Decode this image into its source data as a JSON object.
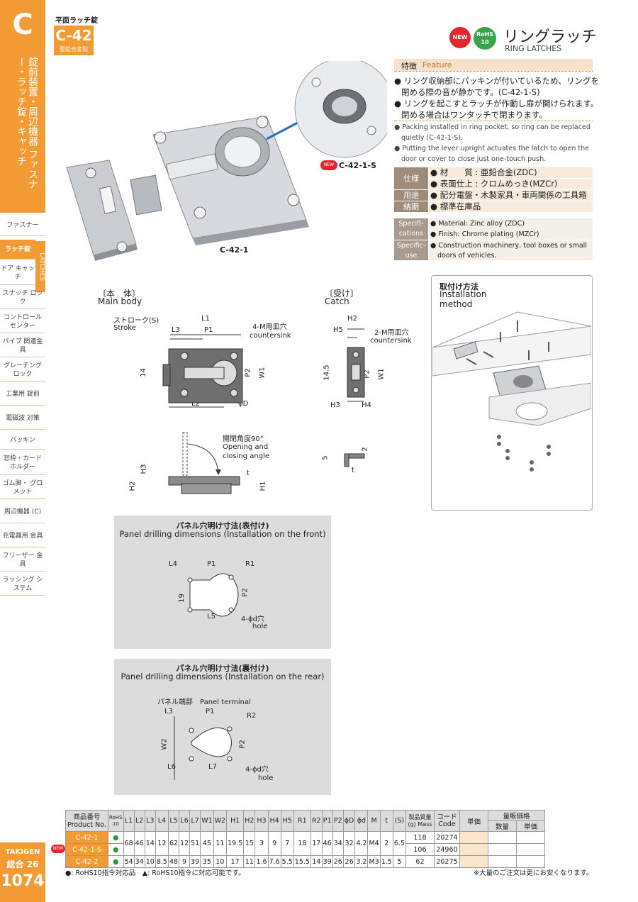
{
  "sidebar": {
    "letter": "C",
    "title": "錠前装置・周辺機器 ファスナー・ラッチ錠・キャッチ",
    "items": [
      {
        "label": "ファスナー"
      },
      {
        "label": "ラッチ錠"
      },
      {
        "label": "ドア キャッチ"
      },
      {
        "label": "スナッチ ロック"
      },
      {
        "label": "コントロール センター"
      },
      {
        "label": "パイプ 関連金具"
      },
      {
        "label": "グレーチング ロック"
      },
      {
        "label": "工業用 錠前"
      },
      {
        "label": "電磁波 対策"
      },
      {
        "label": "パッキン"
      },
      {
        "label": "窓枠・カード ホルダー"
      },
      {
        "label": "ゴム脚・ グロメット"
      },
      {
        "label": "周辺機器 (C)"
      },
      {
        "label": "充電器用 金具"
      },
      {
        "label": "フリーザー 金具"
      },
      {
        "label": "ラッシング システム"
      }
    ],
    "latches_label": "LATCHES",
    "brand": "TAKIGEN",
    "volume": "総合 26",
    "page": "1074"
  },
  "header": {
    "breadcrumb": "平面ラッチ錠",
    "model": "C-42",
    "material": "亜鉛合金製",
    "new_badge": "NEW",
    "rohs_badge_1": "RoHS",
    "rohs_badge_2": "10",
    "title_jp": "リングラッチ",
    "title_en": "RING LATCHES"
  },
  "photo": {
    "label_main": "C-42-1",
    "label_sub": "C-42-1-S",
    "sub_new": "NEW"
  },
  "feature": {
    "head_jp": "特徴",
    "head_en": "Feature",
    "jp": [
      "リング収納部にパッキンが付いているため、リングを",
      "閉める際の音が静かです。(C-42-1-S)",
      "リングを起こすとラッチが作動し扉が開けられます。",
      "閉める場合はワンタッチで閉まります。"
    ],
    "en": [
      "Packing installed in ring pocket, so ring can be replaced",
      "quietly (C-42-1-S).",
      "Putting the lever upright actuates the latch to open the",
      "door or cover to close just one-touch push."
    ]
  },
  "spec": {
    "spec_label": "仕様",
    "material": "材　　質 : 亜鉛合金(ZDC)",
    "finish": "表面仕上 : クロムめっき(MZCr)",
    "use_label": "用途",
    "use": "配分電盤・木製家具・車両関係の工具箱",
    "delivery_label": "納期",
    "delivery": "標準在庫品",
    "spec_en_label": "Specifi- cations",
    "material_en": "Material: Zinc alloy (ZDC)",
    "finish_en": "Finish: Chrome plating (MZCr)",
    "use_en_label": "Specific- use",
    "use_en_1": "Construction machinery, tool boxes or small",
    "use_en_2": "doors of vehicles."
  },
  "install": {
    "title_jp": "取付け方法",
    "title_en_1": "Installation",
    "title_en_2": "method"
  },
  "drawings": {
    "main_jp": "〔本　体〕",
    "main_en": "Main body",
    "catch_jp": "〔受け〕",
    "catch_en": "Catch",
    "stroke_jp": "ストローク(S)",
    "stroke_en": "Stroke",
    "L1": "L1",
    "L2": "L2",
    "L3": "L3",
    "P1": "P1",
    "P2": "P2",
    "W1": "W1",
    "H1": "H1",
    "H2": "H2",
    "H3": "H3",
    "H4": "H4",
    "H5": "H5",
    "dim14": "14",
    "dim145": "14.5",
    "dim5": "5",
    "dim2": "2",
    "t": "t",
    "phiD": "ϕD",
    "m4_jp": "4-M用皿穴",
    "m4_en": "countersink",
    "m2_jp": "2-M用皿穴",
    "m2_en": "countersink",
    "angle_jp": "開閉角度90°",
    "angle_en_1": "Opening and",
    "angle_en_2": "closing angle"
  },
  "panel_front": {
    "title_jp": "パネル穴明け寸法(表付け)",
    "title_en": "Panel drilling dimensions (Installation on the front)",
    "L4": "L4",
    "P1": "P1",
    "R1": "R1",
    "P2": "P2",
    "L5": "L5",
    "dim19": "19",
    "hole_jp": "4-ϕd穴",
    "hole_en": "hole"
  },
  "panel_rear": {
    "title_jp": "パネル穴明け寸法(裏付け)",
    "title_en": "Panel drilling dimensions (Installation on the rear)",
    "terminal": "パネル端部　Panel terminal",
    "L3": "L3",
    "P1": "P1",
    "R2": "R2",
    "P2": "P2",
    "W2": "W2",
    "L6": "L6",
    "L7": "L7",
    "hole_jp": "4-ϕd穴",
    "hole_en": "hole"
  },
  "table": {
    "headers": [
      "商品番号 Product No.",
      "RoHS 10",
      "L1",
      "L2",
      "L3",
      "L4",
      "L5",
      "L6",
      "L7",
      "W1",
      "W2",
      "H1",
      "H2",
      "H3",
      "H4",
      "H5",
      "R1",
      "R2",
      "P1",
      "P2",
      "ϕD",
      "ϕd",
      "M",
      "t",
      "(S)",
      "製品質量(g) Mass",
      "コード Code",
      "単価",
      "量販価格"
    ],
    "sub_headers": [
      "数量",
      "単価"
    ],
    "rows": [
      {
        "product": "C-42-1",
        "new": "",
        "rohs": "●",
        "dims": [
          "68",
          "46",
          "14",
          "12",
          "62",
          "12",
          "51",
          "45",
          "11",
          "19.5",
          "15",
          "3",
          "9",
          "7",
          "18",
          "17",
          "46",
          "34",
          "32",
          "4.2",
          "M4",
          "2",
          "6.5"
        ],
        "mass": "118",
        "code": "20274"
      },
      {
        "product": "C-42-1-S",
        "new": "NEW",
        "rohs": "●",
        "dims": [],
        "mass": "106",
        "code": "24960"
      },
      {
        "product": "C-42-2",
        "new": "",
        "rohs": "●",
        "dims": [
          "54",
          "34",
          "10",
          "8.5",
          "48",
          "9",
          "39",
          "35",
          "10",
          "17",
          "11",
          "1.6",
          "7.6",
          "5.5",
          "15.5",
          "14",
          "39",
          "26",
          "26",
          "3.2",
          "M3",
          "1.5",
          "5"
        ],
        "mass": "62",
        "code": "20275"
      }
    ]
  },
  "footnotes": {
    "left": "●: RoHS10指令対応品　▲: RoHS10指令に対応可能です。",
    "right": "※大量のご注文は更にお安くなります。"
  }
}
